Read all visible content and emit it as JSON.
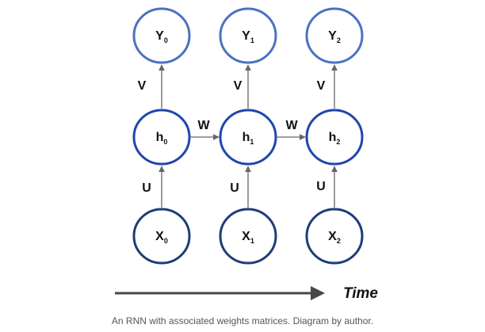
{
  "diagram": {
    "columns": [
      {
        "output": {
          "main": "Y",
          "sub": "0"
        },
        "hidden": {
          "main": "h",
          "sub": "0"
        },
        "input": {
          "main": "X",
          "sub": "0"
        }
      },
      {
        "output": {
          "main": "Y",
          "sub": "1"
        },
        "hidden": {
          "main": "h",
          "sub": "1"
        },
        "input": {
          "main": "X",
          "sub": "1"
        }
      },
      {
        "output": {
          "main": "Y",
          "sub": "2"
        },
        "hidden": {
          "main": "h",
          "sub": "2"
        },
        "input": {
          "main": "X",
          "sub": "2"
        }
      }
    ],
    "weights": {
      "input_to_hidden": "U",
      "hidden_to_hidden": "W",
      "hidden_to_output": "V"
    },
    "time_label": "Time",
    "colors": {
      "output_border": "#4a72c2",
      "hidden_border": "#1f46ad",
      "input_border": "#1e3c78",
      "arrow": "#666666",
      "time_arrow": "#474747"
    }
  },
  "caption": "An RNN with associated weights matrices. Diagram by author."
}
